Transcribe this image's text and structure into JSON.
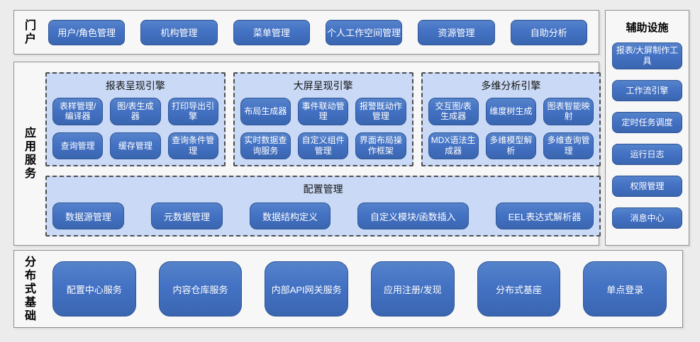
{
  "portal": {
    "label": "门户",
    "buttons": [
      "用户/角色管理",
      "机构管理",
      "菜单管理",
      "个人工作空间管理",
      "资源管理",
      "自助分析"
    ]
  },
  "app_services": {
    "label": "应用服务",
    "engines": [
      {
        "title": "报表呈现引擎",
        "buttons": [
          "表样管理/编译器",
          "图/表生成器",
          "打印导出引擎",
          "查询管理",
          "缓存管理",
          "查询条件管理"
        ]
      },
      {
        "title": "大屏呈现引擎",
        "buttons": [
          "布局生成器",
          "事件联动管理",
          "报警既动作管理",
          "实时数据查询服务",
          "自定义组件管理",
          "界面布局操作框架"
        ]
      },
      {
        "title": "多维分析引擎",
        "buttons": [
          "交互图/表生成器",
          "维度树生成",
          "图表智能映射",
          "MDX语法生成器",
          "多维模型解析",
          "多维查询管理"
        ]
      }
    ],
    "config": {
      "title": "配置管理",
      "buttons": [
        "数据源管理",
        "元数据管理",
        "数据结构定义",
        "自定义模块/函数插入",
        "EEL表达式解析器"
      ]
    }
  },
  "foundation": {
    "label": "分布式基础",
    "buttons": [
      "配置中心服务",
      "内容仓库服务",
      "内部API网关服务",
      "应用注册/发现",
      "分布式基座",
      "单点登录"
    ]
  },
  "auxiliary": {
    "label": "辅助设施",
    "buttons": [
      "报表/大屏制作工具",
      "工作流引擎",
      "定时任务调度",
      "运行日志",
      "权限管理",
      "消息中心"
    ]
  },
  "colors": {
    "button_blue": "#4472c4",
    "button_border": "#2f5597",
    "group_background": "#c9d9f6",
    "section_background": "#f7f7f7",
    "page_background": "#ececec"
  }
}
